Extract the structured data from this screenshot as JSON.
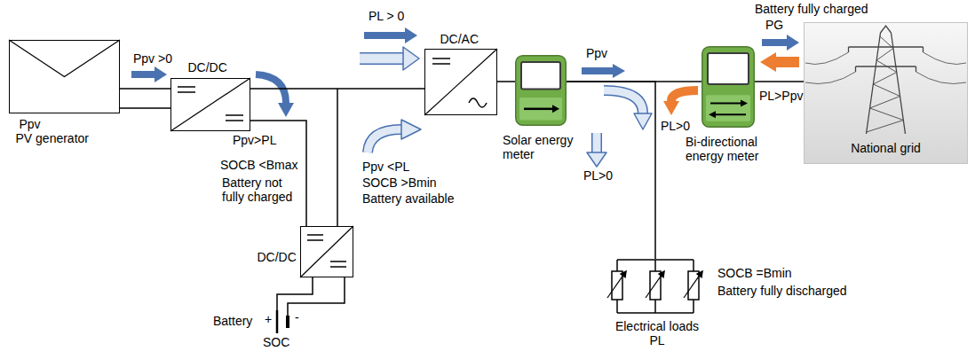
{
  "diagram": {
    "nodes": [
      {
        "text": [
          "Ppv",
          "PV generator"
        ]
      },
      {
        "text": [
          "DC/DC"
        ]
      },
      {
        "text": [
          "DC/AC"
        ]
      },
      {
        "text": [
          "Solar energy meter"
        ]
      },
      {
        "text": [
          "Bi-directional energy meter"
        ]
      },
      {
        "text": [
          "National grid"
        ]
      },
      {
        "text": [
          "DC/DC"
        ]
      },
      {
        "text": [
          "Electrical loads PL"
        ]
      }
    ],
    "edges": [
      {
        "from": 0,
        "to": 1,
        "arrow": "none"
      },
      {
        "from": 1,
        "to": 2,
        "arrow": "none"
      },
      {
        "from": 1,
        "to": 6,
        "arrow": "none"
      },
      {
        "from": 2,
        "to": 3,
        "arrow": "none"
      },
      {
        "from": 3,
        "to": 4,
        "arrow": "none"
      },
      {
        "from": 4,
        "to": 5,
        "arrow": "none"
      },
      {
        "from": 3,
        "to": 7,
        "arrow": "none"
      }
    ],
    "labels": [
      "Ppv >0",
      "PL > 0",
      "Ppv>PL",
      "SOCB <Bmax",
      "Battery not fully charged",
      "Ppv <PL",
      "SOCB >Bmin",
      "Battery available",
      "Battery",
      "+",
      "SOC",
      "-",
      "Ppv",
      "PL>0",
      "PL>0",
      "Battery fully charged",
      "PG",
      "PL>Ppv",
      "SOCB =Bmin",
      "Battery fully discharged"
    ]
  }
}
